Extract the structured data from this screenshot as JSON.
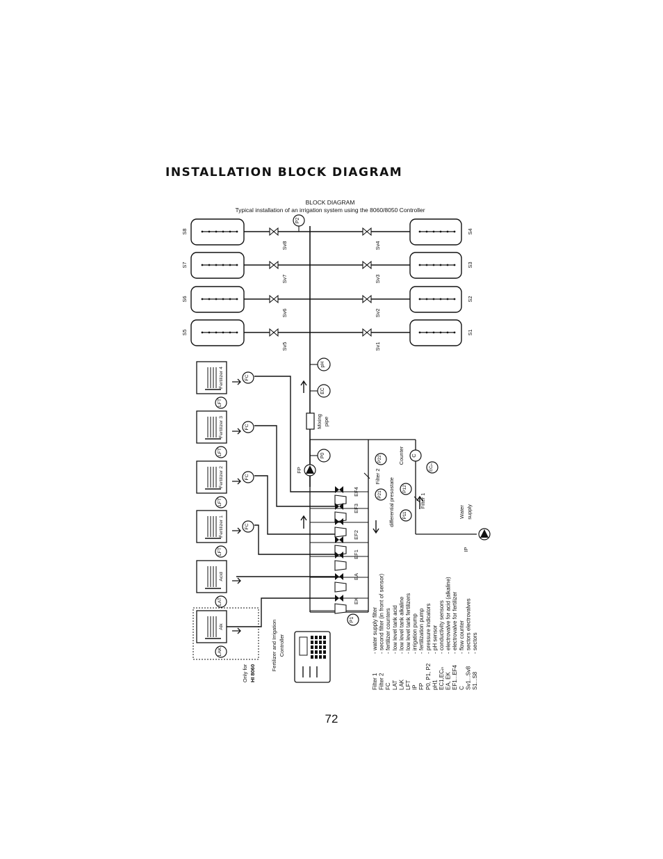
{
  "page": {
    "title": "INSTALLATION BLOCK DIAGRAM",
    "page_number": "72"
  },
  "diagram": {
    "heading": "BLOCK DIAGRAM",
    "subheading": "Typical installation of an irrigation system using the 8060/8050 Controller",
    "sectors_left": [
      "S8",
      "S7",
      "S6",
      "S5"
    ],
    "sectors_right": [
      "S4",
      "S3",
      "S2",
      "S1"
    ],
    "valves_left": [
      "Sv8",
      "Sv7",
      "Sv6",
      "Sv5"
    ],
    "valves_right": [
      "Sv4",
      "Sv3",
      "Sv2",
      "Sv1"
    ],
    "tanks": [
      {
        "label": "Alk",
        "level": "LAK"
      },
      {
        "label": "Acid",
        "level": "LAT"
      },
      {
        "label": "Fertilizer 1",
        "level": "LFT",
        "counter": "FC"
      },
      {
        "label": "Fertilizer 2",
        "level": "LFT",
        "counter": "FC"
      },
      {
        "label": "Fertilizer 3",
        "level": "LFT",
        "counter": "FC"
      },
      {
        "label": "Fertilizer 4",
        "level": "LFT",
        "counter": "FC"
      }
    ],
    "electrovalves": [
      "EK",
      "EA",
      "EF1",
      "EF2",
      "EF3",
      "EF4"
    ],
    "sensors": {
      "ph": "pH",
      "ec": "EC",
      "p0": "P0",
      "p1": "P1",
      "p2": "P2",
      "p21": "P21",
      "p22": "P22",
      "p11": "P11",
      "p12": "P12",
      "counter_c": "C",
      "ecin": "ECᵢₙ"
    },
    "labels": {
      "only_for": "Only for",
      "hi_model": "HI 8060",
      "controller_line1": "Fertilizer and Irrigation",
      "controller_line2": "Controller",
      "mixing_line1": "Mixing",
      "mixing_line2": "pipe",
      "fp": "FP",
      "ip": "IP",
      "water_line1": "Water",
      "water_line2": "supply",
      "filter1": "Filter 1",
      "filter2": "Filter 2",
      "counter": "Counter",
      "presostat": "differential presostate"
    },
    "legend": [
      {
        "key": "Filter 1",
        "desc": "- water supply filter"
      },
      {
        "key": "Filter 2",
        "desc": "- second  filter (in front of sensor)"
      },
      {
        "key": "FC",
        "desc": "- fertilizer counters"
      },
      {
        "key": "LAT",
        "desc": "- low level tank acid"
      },
      {
        "key": "LAK",
        "desc": "- low level tank alkaline"
      },
      {
        "key": "LFT",
        "desc": "- low level tank fertilizers"
      },
      {
        "key": "IP",
        "desc": "- irrigation pump"
      },
      {
        "key": "FP",
        "desc": "- fertilization pump"
      },
      {
        "key": "P0, P1, P2",
        "desc": "- pressure indicators"
      },
      {
        "key": "pH1",
        "desc": "- pH sensor"
      },
      {
        "key": "EC1,ECᵢₙ",
        "desc": "- conductivity sensors"
      },
      {
        "key": "EA, EK",
        "desc": "- electrovalve for acid (alkaline)"
      },
      {
        "key": "EF1...EF4",
        "desc": "- electrovalve for fertilizer"
      },
      {
        "key": "C",
        "desc": "- flow counter"
      },
      {
        "key": "Sv1...Sv8",
        "desc": "- sectors electrovalves"
      },
      {
        "key": "S1...S8",
        "desc": "- sectors"
      }
    ]
  }
}
